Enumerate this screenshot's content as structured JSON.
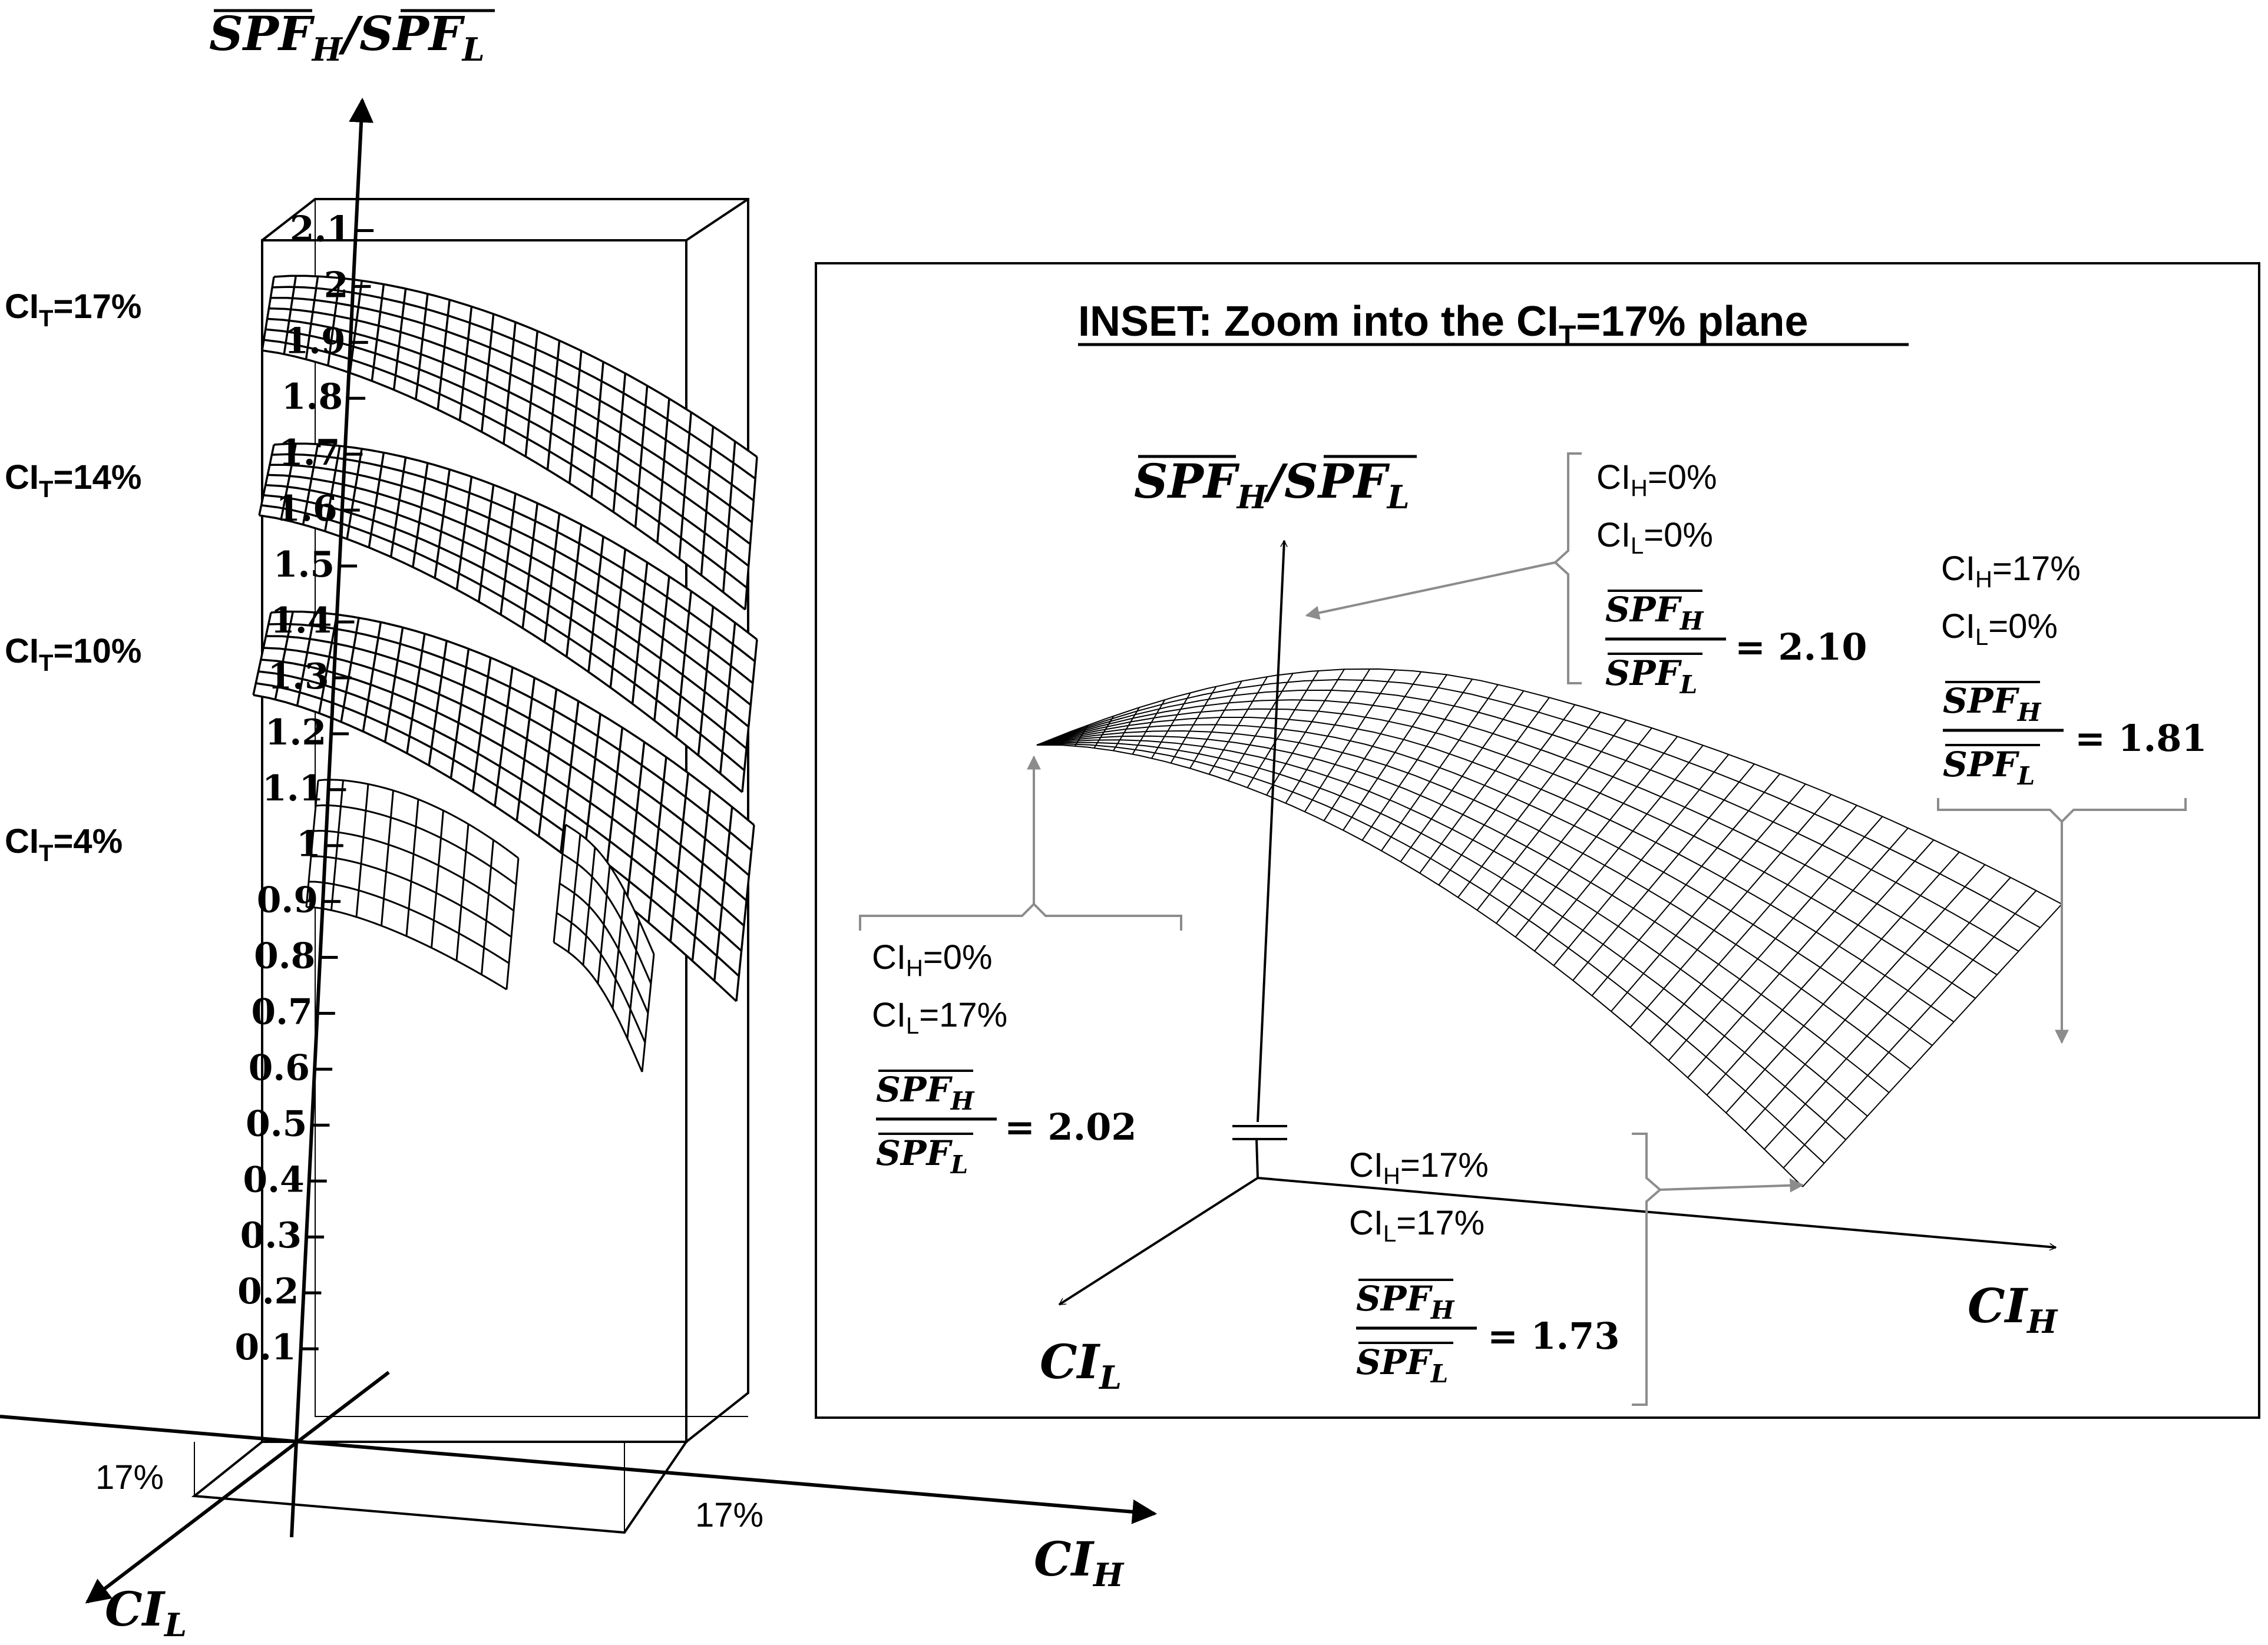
{
  "main_panel": {
    "y_axis_label": {
      "main": "SPF",
      "sub_h": "H",
      "sep": "/",
      "sub_l": "L"
    },
    "x_axis_label": {
      "main": "CI",
      "sub": "H"
    },
    "z_axis_label": {
      "main": "CI",
      "sub": "L"
    },
    "tick_labels": [
      "0.1",
      "0.2",
      "0.3",
      "0.4",
      "0.5",
      "0.6",
      "0.7",
      "0.8",
      "0.9",
      "1",
      "1.1",
      "1.2",
      "1.3",
      "1.4",
      "1.5",
      "1.6",
      "1.7",
      "1.8",
      "1.9",
      "2",
      "2.1"
    ],
    "x_extent_label": "17%",
    "z_extent_label": "17%",
    "plane_labels": [
      {
        "pre": "CI",
        "sub": "T",
        "post": "=17%"
      },
      {
        "pre": "CI",
        "sub": "T",
        "post": "=14%"
      },
      {
        "pre": "CI",
        "sub": "T",
        "post": "=10%"
      },
      {
        "pre": "CI",
        "sub": "T",
        "post": "=4%"
      }
    ]
  },
  "inset": {
    "title": {
      "pre": "INSET: Zoom into the CI",
      "sub": "T",
      "post": "=17% plane"
    },
    "y_axis_label": {
      "main": "SPF",
      "sub_h": "H",
      "sep": "/",
      "sub_l": "L"
    },
    "x_axis_label": {
      "main": "CI",
      "sub": "H"
    },
    "z_axis_label": {
      "main": "CI",
      "sub": "L"
    },
    "annotations": [
      {
        "id": "peak",
        "ci_h": "0%",
        "ci_l": "0%",
        "ratio": "2.10"
      },
      {
        "id": "right",
        "ci_h": "17%",
        "ci_l": "0%",
        "ratio": "1.81"
      },
      {
        "id": "left",
        "ci_h": "0%",
        "ci_l": "17%",
        "ratio": "2.02"
      },
      {
        "id": "bottom",
        "ci_h": "17%",
        "ci_l": "17%",
        "ratio": "1.73"
      }
    ],
    "fraction": {
      "num": "SPF",
      "num_sub": "H",
      "den": "SPF",
      "den_sub": "L"
    },
    "labels": {
      "ci": "CI",
      "sub_h": "H",
      "sub_l": "L",
      "eq": "="
    }
  },
  "colors": {
    "line": "#000000",
    "arrow_gray": "#8c8c8c",
    "background": "#ffffff"
  }
}
